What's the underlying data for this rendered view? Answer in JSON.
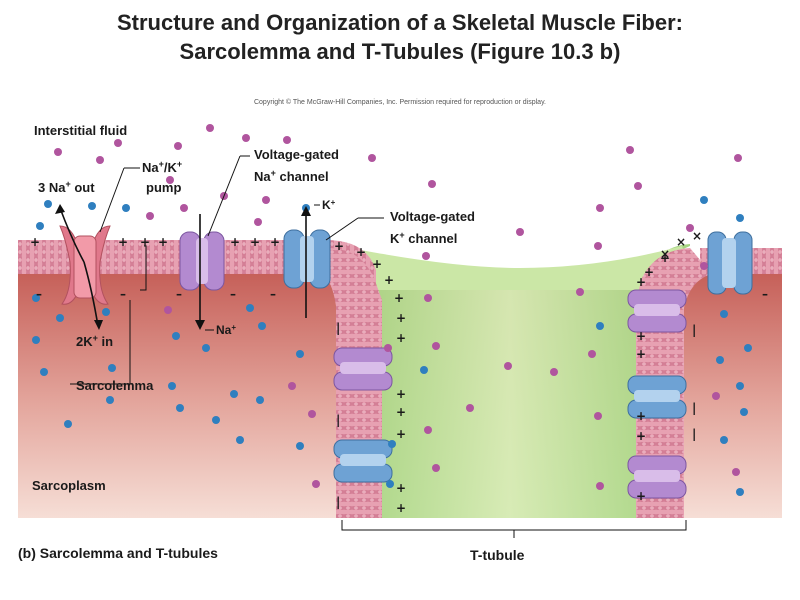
{
  "title_line1": "Structure and Organization of a Skeletal Muscle Fiber:",
  "title_line2": "Sarcolemma and T-Tubules (Figure 10.3 b)",
  "copyright": "Copyright © The McGraw-Hill Companies, Inc. Permission required for reproduction or display.",
  "labels": {
    "interstitial_fluid": "Interstitial fluid",
    "three_na_out": "3 Na",
    "three_na_out_sup": "+",
    "three_na_out_tail": " out",
    "na_k_pump_line1": "Na",
    "na_k_pump_line1_sup1": "+",
    "na_k_pump_line1_mid": "/K",
    "na_k_pump_line1_sup2": "+",
    "na_k_pump_line2": "pump",
    "vg_na_line1": "Voltage-gated",
    "vg_na_line2": "Na",
    "vg_na_line2_sup": "+",
    "vg_na_line2_tail": " channel",
    "k_ion": "K",
    "k_ion_sup": "+",
    "vg_k_line1": "Voltage-gated",
    "vg_k_line2": "K",
    "vg_k_line2_sup": "+",
    "vg_k_line2_tail": " channel",
    "two_k_in": "2K",
    "two_k_in_sup": "+",
    "two_k_in_tail": " in",
    "na_ion": "Na",
    "na_ion_sup": "+",
    "sarcolemma": "Sarcolemma",
    "sarcoplasm": "Sarcoplasm",
    "caption": "(b) Sarcolemma and T-tubules",
    "t_tubule": "T-tubule"
  },
  "colors": {
    "interstitial": "#ffffff",
    "membrane": "#e9a4b4",
    "membrane_head": "#d98a9e",
    "sarcoplasm_top": "#c9645c",
    "sarcoplasm_bottom": "#f2d2c8",
    "tubule_lumen": "#c8e6a0",
    "na_ion": "#b0559e",
    "k_ion": "#2f7fbf",
    "pump": "#e07a8c",
    "na_channel": "#b98fd0",
    "k_channel": "#6fa6d6"
  }
}
